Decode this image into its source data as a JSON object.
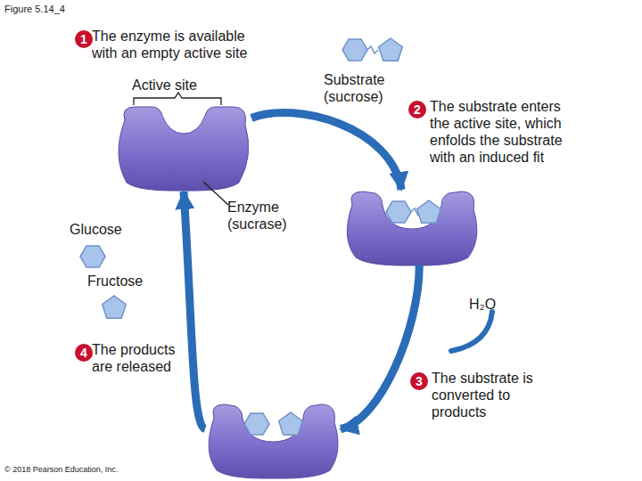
{
  "diagram": {
    "title": "Figure 5.14_4",
    "nodes": [
      {
        "text": [
          "1",
          "The enzyme is available with an empty active site"
        ]
      },
      {
        "text": [
          "2",
          "The substrate enters the active site, which enfolds the substrate with an induced fit"
        ]
      },
      {
        "text": [
          "3",
          "The substrate is converted to products"
        ]
      }
    ],
    "edges": [
      {
        "from": 0,
        "to": 1,
        "arrow": "to"
      },
      {
        "from": 1,
        "to": 2,
        "arrow": "to"
      },
      {
        "from": 2,
        "to": 0,
        "arrow": "to"
      }
    ],
    "labels": [
      "Active site",
      "Substrate (sucrose)",
      "Enzyme (sucrase)",
      "Glucose",
      "Fructose",
      "H₂O",
      "4",
      "The products are released",
      "© 2018 Pearson Education, Inc."
    ]
  }
}
